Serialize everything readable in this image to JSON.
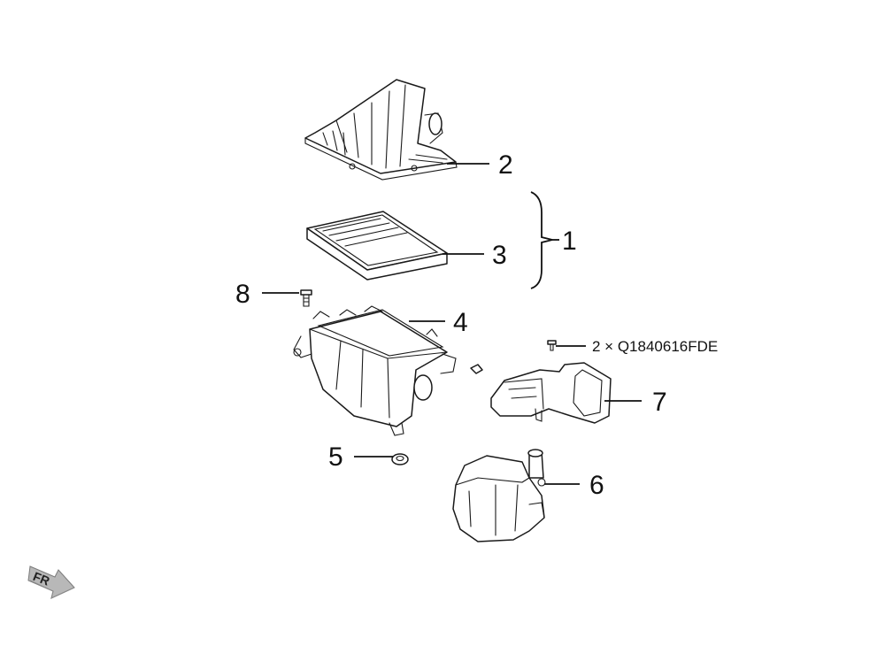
{
  "callouts": {
    "c1": "1",
    "c2": "2",
    "c3": "3",
    "c4": "4",
    "c5": "5",
    "c6": "6",
    "c7": "7",
    "c8": "8"
  },
  "note": {
    "clip_text": "2 × Q1840616FDE"
  },
  "direction": {
    "fr_label": "FR"
  },
  "colors": {
    "line": "#1a1a1a",
    "fr_arrow_fill": "#b8b8b8"
  },
  "icons": {
    "fr": "front-direction-arrow-icon"
  }
}
